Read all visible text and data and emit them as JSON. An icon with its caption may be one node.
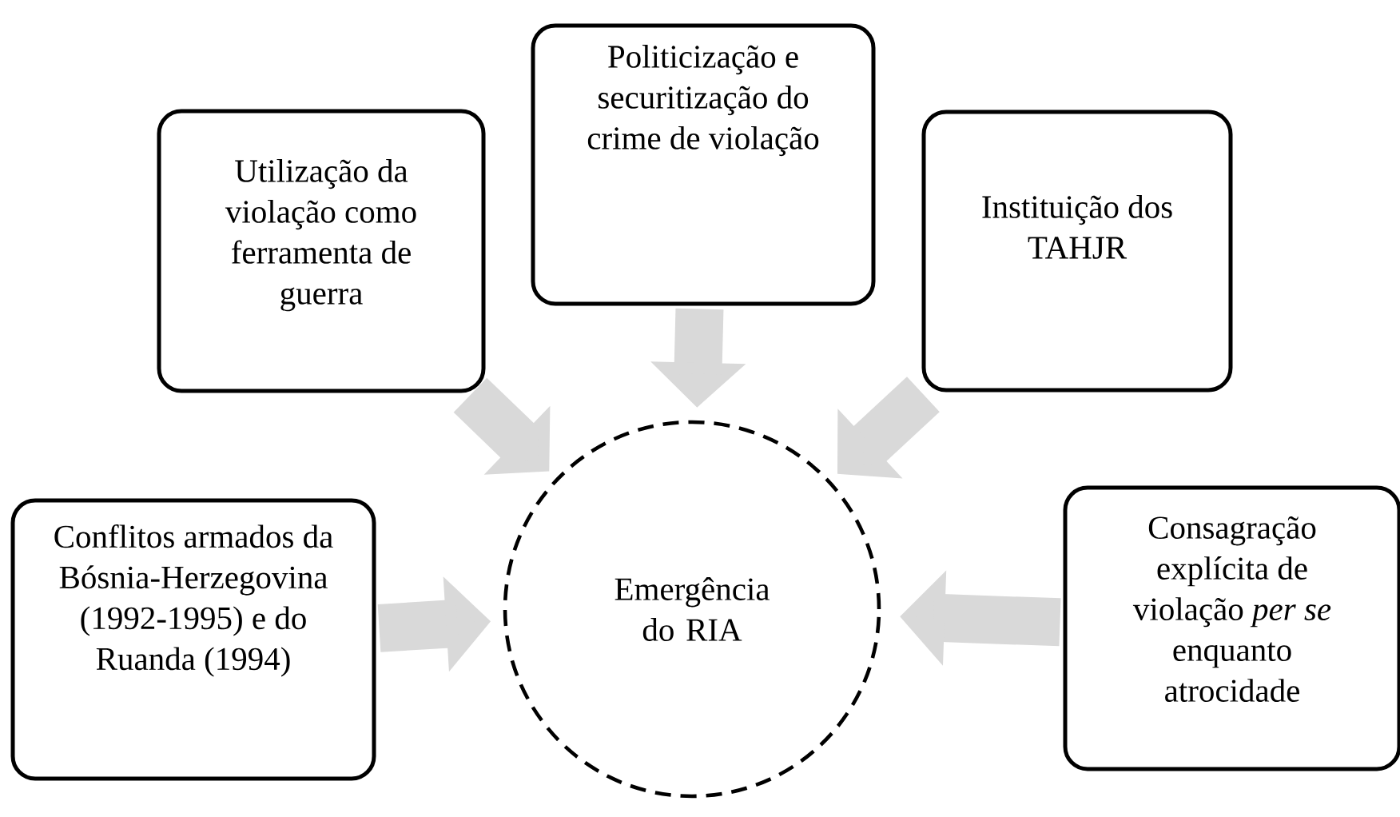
{
  "diagram": {
    "nodes": [
      {
        "text": [
          "Utilização da violação como ferramenta de guerra"
        ]
      },
      {
        "text": [
          "Politicização e securitização do crime de violação"
        ]
      },
      {
        "text": [
          "Instituição dos TAHJR"
        ]
      },
      {
        "text": [
          "Conflitos armados da Bósnia-Herzegovina (1992-1995) e do Ruanda (1994)"
        ]
      },
      {
        "text": [
          "Emergência do RIA"
        ]
      },
      {
        "text": [
          "Consagração explícita de violação *per se* enquanto atrocidade"
        ]
      }
    ],
    "edges": [
      {
        "from": 0,
        "to": 4,
        "arrow": "to"
      },
      {
        "from": 1,
        "to": 4,
        "arrow": "to"
      },
      {
        "from": 2,
        "to": 4,
        "arrow": "to"
      },
      {
        "from": 3,
        "to": 4,
        "arrow": "to"
      },
      {
        "from": 5,
        "to": 4,
        "arrow": "to"
      }
    ]
  }
}
